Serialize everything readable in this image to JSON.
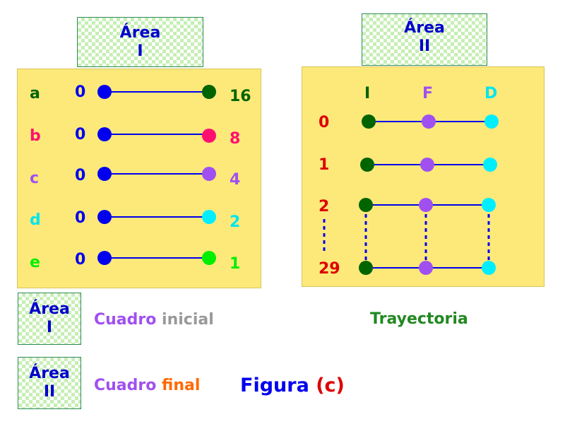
{
  "colors": {
    "blue": "#0000ee",
    "dark_green": "#006400",
    "pink": "#ff1070",
    "purple": "#a050f0",
    "cyan": "#00eeff",
    "green": "#00ee00",
    "red": "#dd0000",
    "grey": "#999999",
    "orange": "#ff6a00",
    "trajectory_green": "#228822"
  },
  "area1_badge": {
    "line1": "Área",
    "line2": "I"
  },
  "area2_badge": {
    "line1": "Área",
    "line2": "II"
  },
  "area1": {
    "rows": [
      {
        "label": "a",
        "start": "0",
        "end": "16",
        "color": "#006400"
      },
      {
        "label": "b",
        "start": "0",
        "end": "8",
        "color": "#ff1070"
      },
      {
        "label": "c",
        "start": "0",
        "end": "4",
        "color": "#a050f0"
      },
      {
        "label": "d",
        "start": "0",
        "end": "2",
        "color": "#00e5ee"
      },
      {
        "label": "e",
        "start": "0",
        "end": "1",
        "color": "#00ee00"
      }
    ]
  },
  "area2": {
    "columns": [
      "I",
      "F",
      "D"
    ],
    "rows": [
      "0",
      "1",
      "2",
      "29"
    ]
  },
  "legend": {
    "initial_badge": {
      "line1": "Área",
      "line2": "I"
    },
    "initial_word1": "Cuadro",
    "initial_word2": "inicial",
    "final_badge": {
      "line1": "Área",
      "line2": "II"
    },
    "final_word1": "Cuadro",
    "final_word2": "final",
    "trajectory": "Trayectoria",
    "figure_word": "Figura",
    "figure_letter": "(c)"
  }
}
